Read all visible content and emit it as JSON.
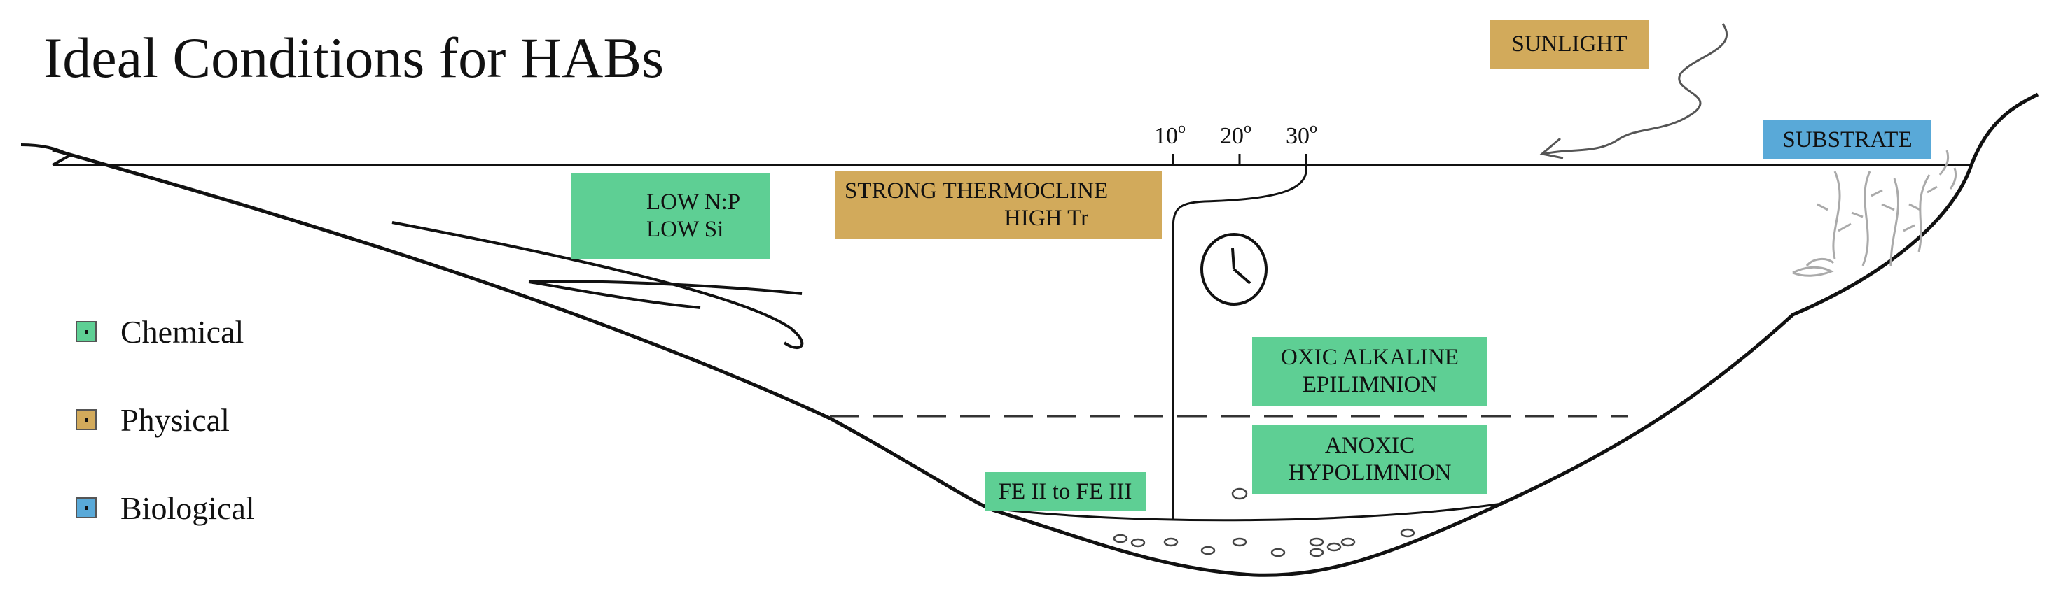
{
  "title": "Ideal Conditions for HABs",
  "temperatures": [
    "10",
    "20",
    "30"
  ],
  "temperature_unit": "o",
  "labels": {
    "sunlight": "SUNLIGHT",
    "substrate": "SUBSTRATE",
    "low_np": "LOW N:P",
    "low_si": "LOW Si",
    "thermocline_1": "STRONG THERMOCLINE",
    "thermocline_2": "HIGH Tr",
    "oxic_1": "OXIC ALKALINE",
    "oxic_2": "EPILIMNION",
    "anoxic_1": "ANOXIC",
    "anoxic_2": "HYPOLIMNION",
    "iron": "FE II to FE III"
  },
  "legend": [
    {
      "label": "Chemical",
      "color": "#5ecf94"
    },
    {
      "label": "Physical",
      "color": "#d2aa5b"
    },
    {
      "label": "Biological",
      "color": "#59a9d8"
    }
  ],
  "colors": {
    "chemical": "#5ecf94",
    "physical": "#d2aa5b",
    "biological": "#59a9d8",
    "line": "#111111"
  }
}
